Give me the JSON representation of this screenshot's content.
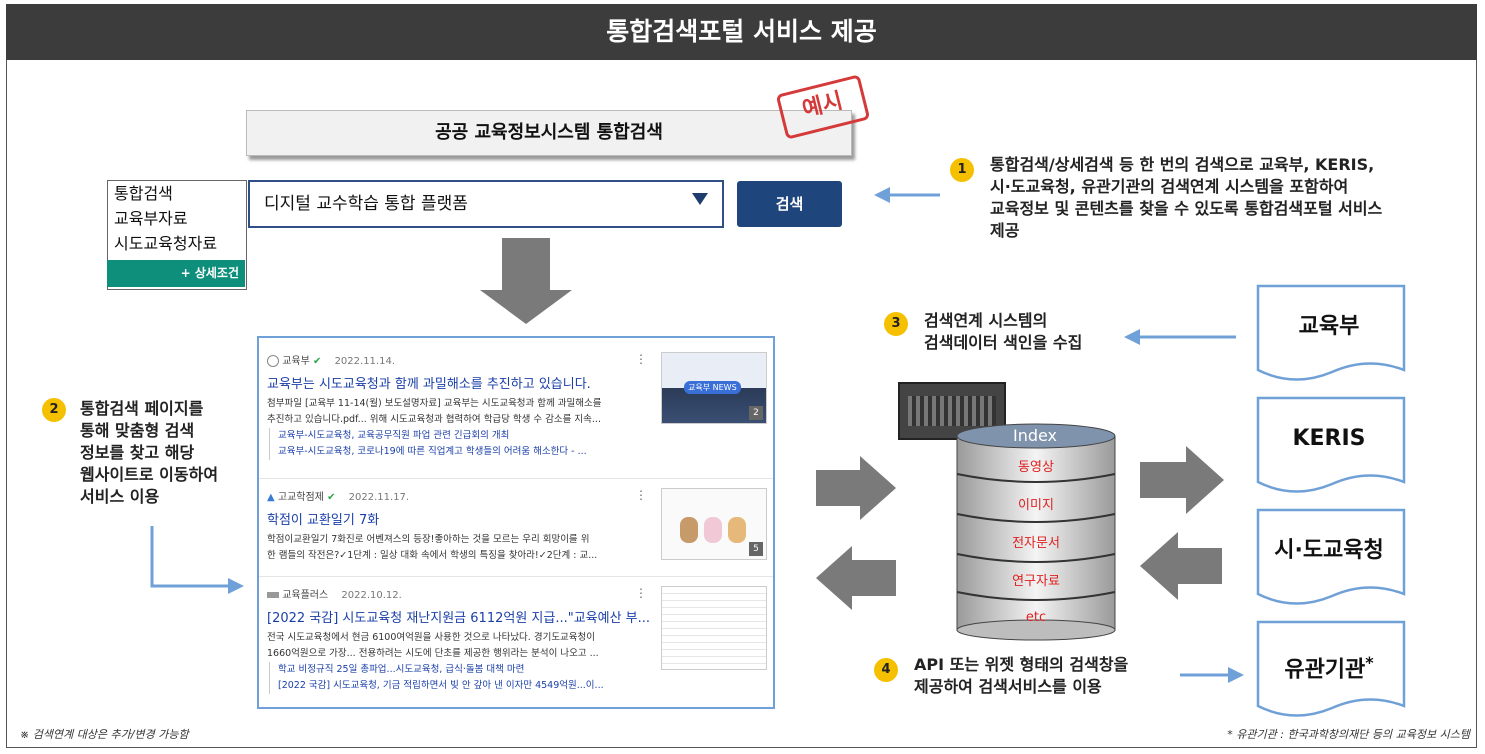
{
  "header": {
    "title": "통합검색포털 서비스 제공"
  },
  "portal": {
    "title": "공공 교육정보시스템 통합검색",
    "stamp": "예시",
    "search_options": [
      "통합검색",
      "교육부자료",
      "시도교육청자료"
    ],
    "detail_button": "+ 상세조건",
    "select_value": "디지털 교수학습 통합 플랫폼",
    "search_button": "검색"
  },
  "steps": {
    "s1": {
      "num": "1",
      "lines": [
        "통합검색/상세검색 등 한 번의 검색으로 교육부, KERIS,",
        "시·도교육청, 유관기관의 검색연계 시스템을 포함하여",
        "교육정보 및 콘텐츠를 찾을 수 있도록 통합검색포털 서비스",
        "제공"
      ]
    },
    "s2": {
      "num": "2",
      "lines": [
        "통합검색 페이지를",
        "통해 맞춤형 검색",
        "정보를 찾고 해당",
        "웹사이트로 이동하여",
        "서비스 이용"
      ]
    },
    "s3": {
      "num": "3",
      "lines": [
        "검색연계 시스템의",
        "검색데이터 색인을 수집"
      ]
    },
    "s4": {
      "num": "4",
      "lines": [
        "API 또는 위젯 형태의 검색창을",
        "제공하여 검색서비스를 이용"
      ]
    }
  },
  "results": [
    {
      "source": "교육부",
      "date": "2022.11.14.",
      "title": "교육부는 시도교육청과 함께 과밀해소를 추진하고 있습니다.",
      "desc": [
        "첨부파일 [교육부 11-14(월) 보도설명자료] 교육부는 시도교육청과 함께 과밀해소를",
        "추진하고 있습니다.pdf... 위해 시도교육청과 협력하여 학급당 학생 수 감소를 지속..."
      ],
      "links": [
        "교육부-시도교육청, 교육공무직원 파업 관련 긴급회의 개최",
        "교육부-시도교육청, 코로나19에 따른 직업계고 학생들의 어려움 해소한다 - ..."
      ],
      "thumb_caption": "교육부 NEWS",
      "thumb_count": "2"
    },
    {
      "source": "고교학점제",
      "date": "2022.11.17.",
      "title": "학점이 교환일기 7화",
      "desc": [
        "학점이교환일기 7화진로 어벤져스의 등장!좋아하는 것을 모르는 우리 회망이를 위",
        "한 램들의 작전은?✓1단계 : 일상 대화 속에서 학생의 특징을 찾아라!✓2단계 : 교..."
      ],
      "links": [],
      "thumb_caption": "",
      "thumb_count": "5"
    },
    {
      "source": "교육플러스",
      "date": "2022.10.12.",
      "title": "[2022 국감] 시도교육청 재난지원금 6112억원 지급...\"교육예산 부...",
      "desc": [
        "전국 시도교육청에서 현금 6100여억원을 사용한 것으로 나타났다. 경기도교육청이",
        "1660억원으로 가장... 전용하려는 시도에 단초를 제공한 행위라는 분석이 나오고 ..."
      ],
      "links": [
        "학교 비정규직 25일 총파업...시도교육청, 급식·돌봄 대책 마련",
        "[2022 국감] 시도교육청, 기금 적립하면서 빚 안 갚아 낸 이자만 4549억원...이..."
      ],
      "thumb_caption": "",
      "thumb_count": ""
    }
  ],
  "database": {
    "index_label": "Index",
    "layers": [
      "동영상",
      "이미지",
      "전자문서",
      "연구자료",
      "etc"
    ]
  },
  "sources": [
    "교육부",
    "KERIS",
    "시·도교육청",
    "유관기관"
  ],
  "sources_asterisk": "*",
  "footnotes": {
    "left": "※ 검색연계 대상은 추가/변경 가능함",
    "right": "* 유관기관 : 한국과학창의재단 등의 교육정보 시스템"
  },
  "colors": {
    "header_bg": "#3c3c3c",
    "badge": "#f5c000",
    "accent_blue": "#6fa0d8",
    "search_btn": "#1f467c",
    "detail_btn": "#0e8f7c",
    "db_label": "#e02020"
  }
}
